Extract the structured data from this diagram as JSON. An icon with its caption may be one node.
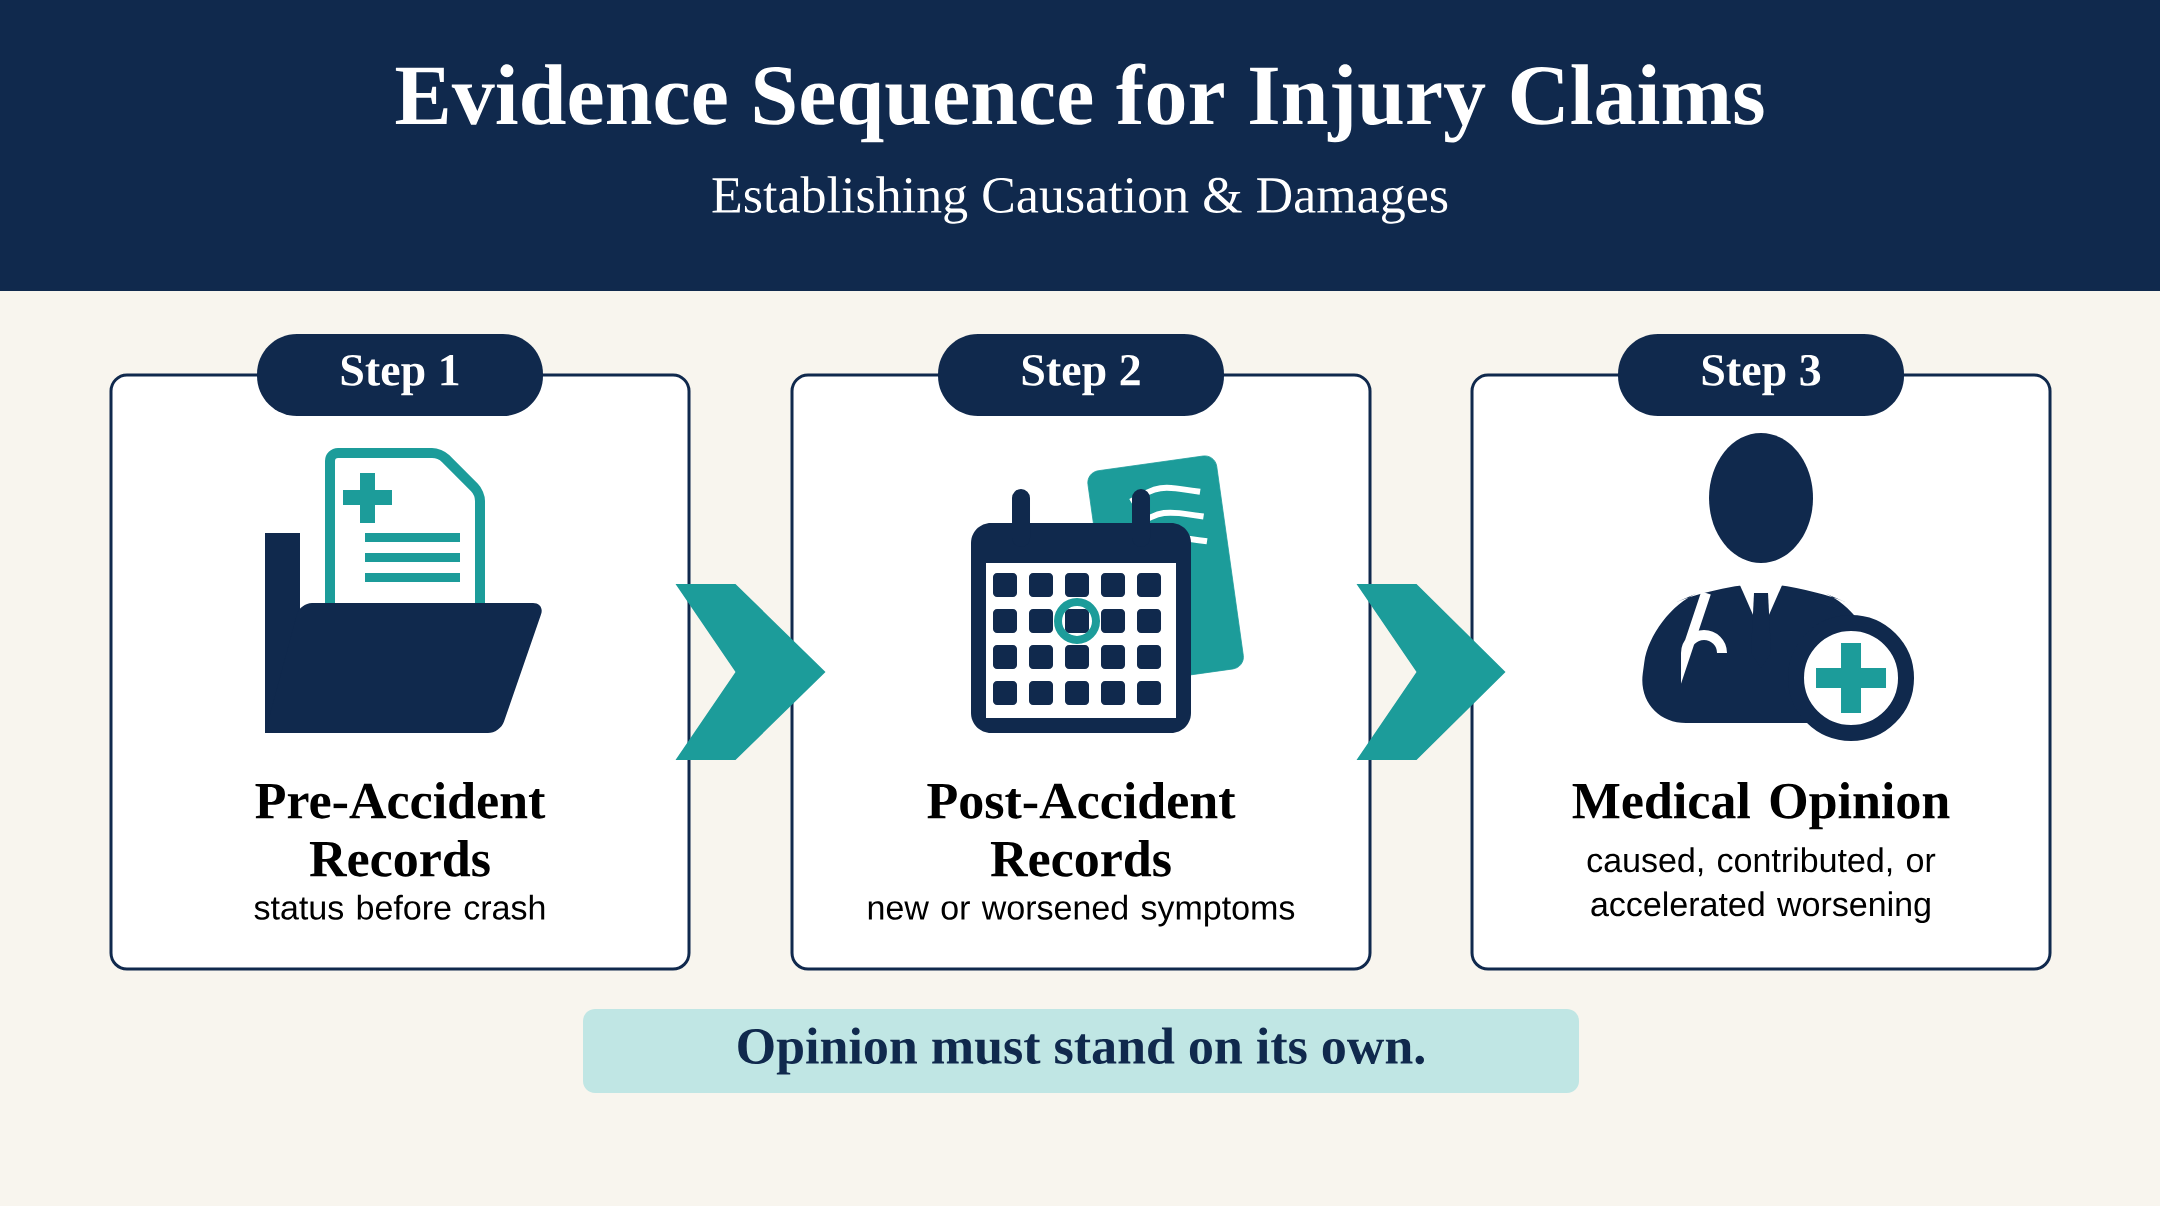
{
  "diagram": {
    "title": "Evidence Sequence for Injury Claims",
    "caption": "Establishing Causation & Damages",
    "nodes": [
      {
        "text": [
          "Step 1",
          "Pre-Accident Records",
          "status before crash"
        ]
      },
      {
        "text": [
          "Step 2",
          "Post-Accident Records",
          "new or worsened symptoms"
        ]
      },
      {
        "text": [
          "Step 3",
          "Medical Opinion",
          "caused, contributed, or accelerated worsening"
        ]
      },
      {
        "text": [
          "Opinion must stand on its own."
        ]
      }
    ],
    "edges": [
      {
        "from": 0,
        "to": 1,
        "arrow": "to"
      },
      {
        "from": 1,
        "to": 2,
        "arrow": "to"
      }
    ]
  }
}
